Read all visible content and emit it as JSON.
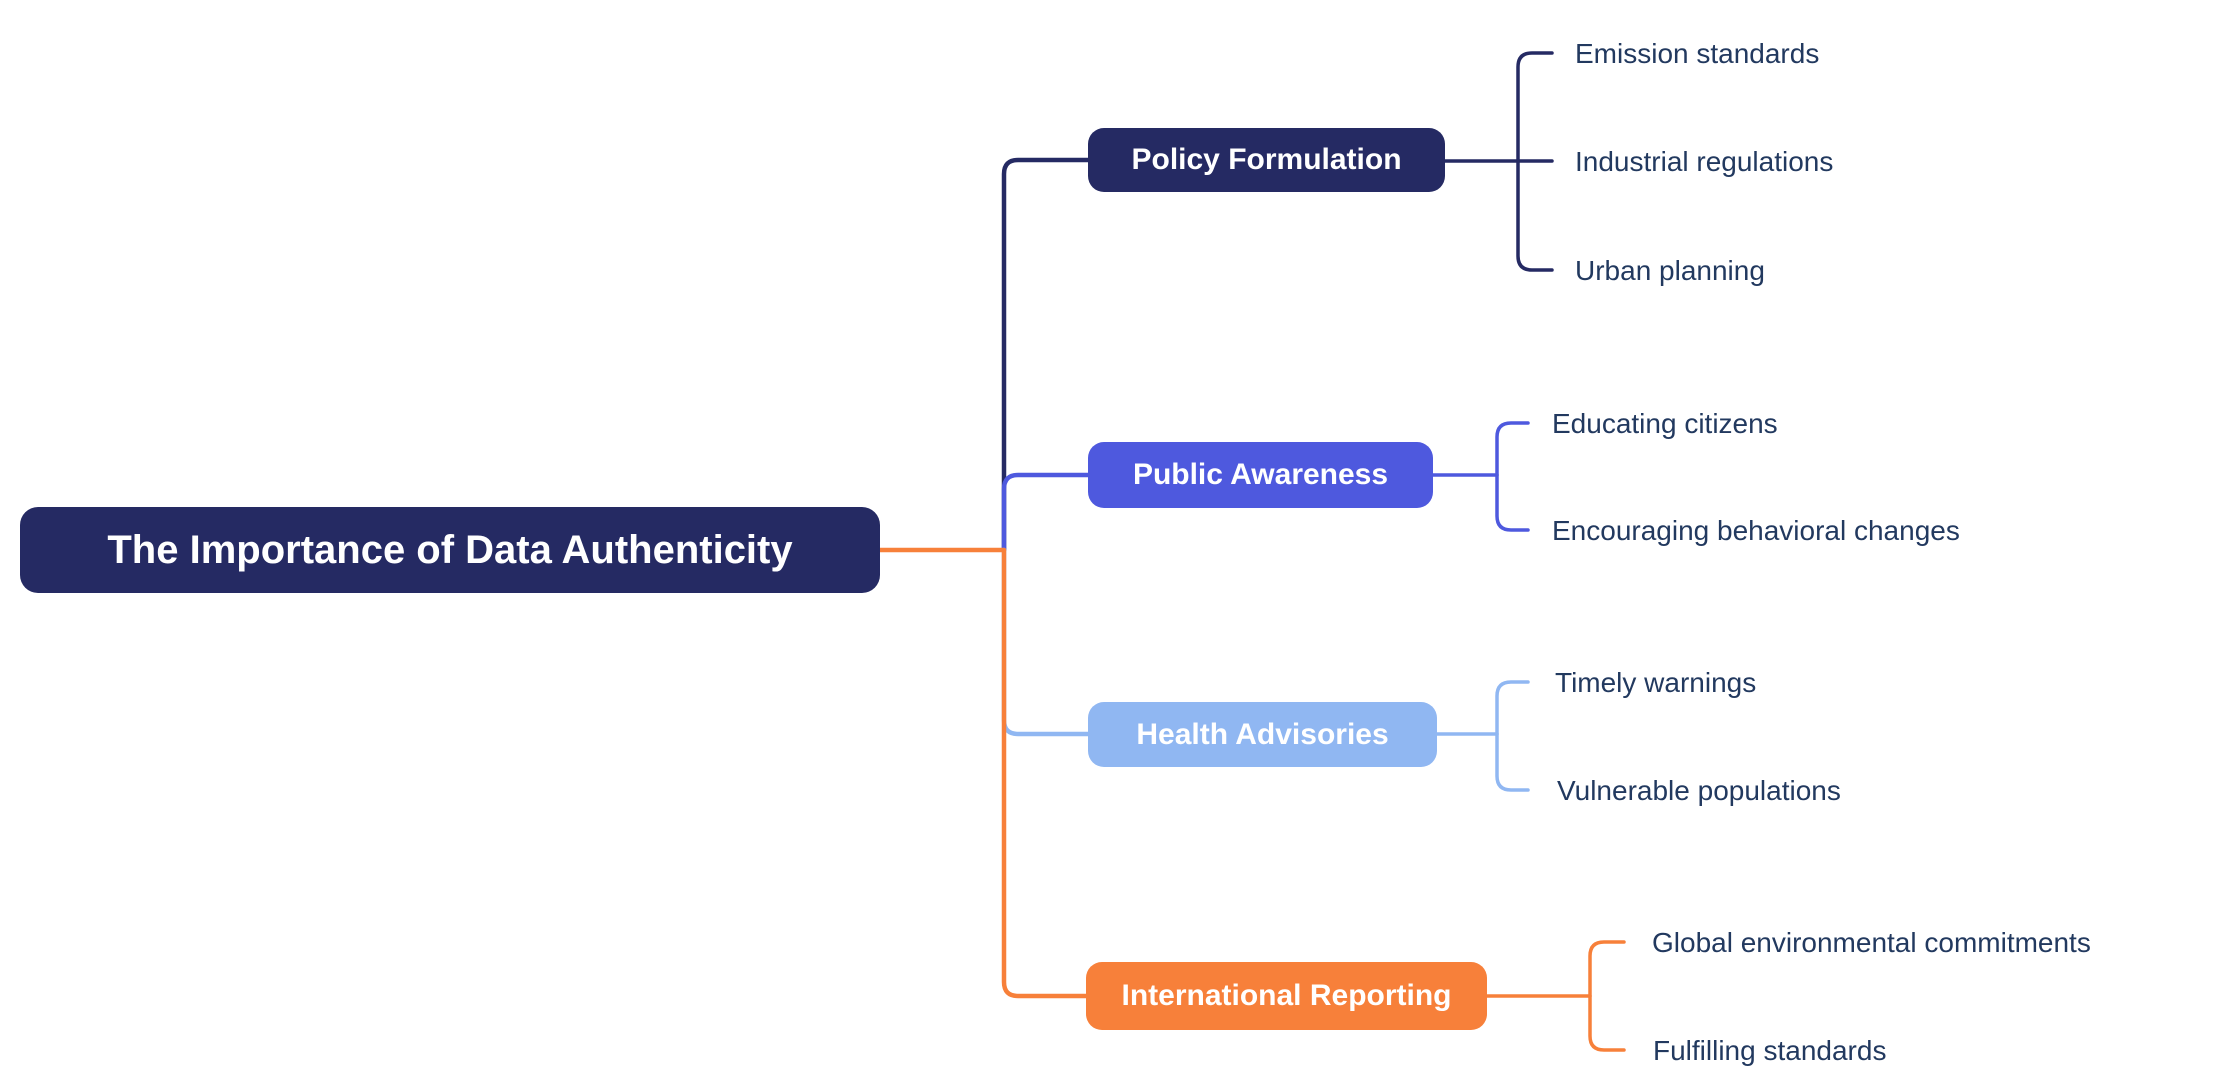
{
  "title": "The Importance of Data Authenticity",
  "colors": {
    "navy": "#252A63",
    "indigo": "#4E59DE",
    "lightblue": "#90B7F2",
    "orange": "#F7803A",
    "child_text": "#22395F",
    "background": "#FFFFFF"
  },
  "root": {
    "label": "The Importance of Data Authenticity",
    "color": "#252A63"
  },
  "branches": [
    {
      "label": "Policy Formulation",
      "color": "#252A63",
      "children": [
        "Emission standards",
        "Industrial regulations",
        "Urban planning"
      ]
    },
    {
      "label": "Public Awareness",
      "color": "#4E59DE",
      "children": [
        "Educating citizens",
        "Encouraging behavioral changes"
      ]
    },
    {
      "label": "Health Advisories",
      "color": "#90B7F2",
      "children": [
        "Timely warnings",
        "Vulnerable populations"
      ]
    },
    {
      "label": "International Reporting",
      "color": "#F7803A",
      "children": [
        "Global environmental commitments",
        "Fulfilling standards"
      ]
    }
  ]
}
